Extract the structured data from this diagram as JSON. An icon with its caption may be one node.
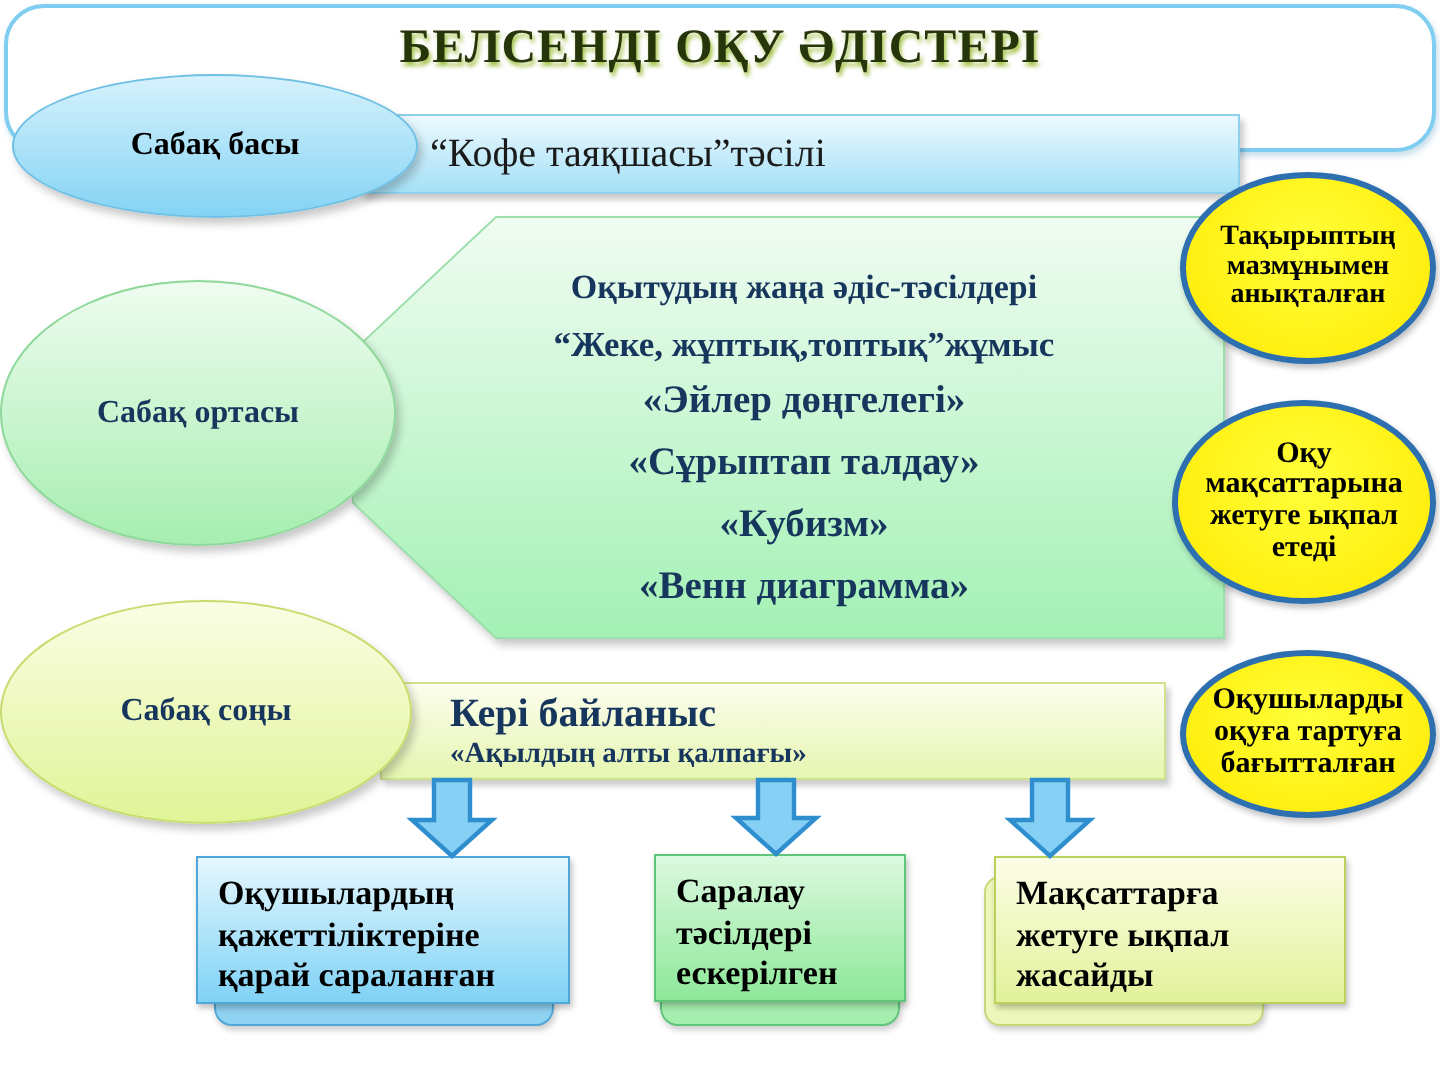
{
  "diagram": {
    "title": "БЕЛСЕНДІ ОҚУ ӘДІСТЕРІ",
    "nodes": [
      {
        "text": [
          "Сабақ басы"
        ]
      },
      {
        "text": [
          "“Кофе таяқшасы”тәсілі"
        ]
      },
      {
        "text": [
          "Сабақ ортасы"
        ]
      },
      {
        "text": [
          "Оқытудың жаңа әдіс-тәсілдері",
          "“Жеке, жұптық,топтық”жұмыс",
          "«Эйлер дөңгелегі»",
          "«Сұрыптап талдау»",
          "«Кубизм»",
          "«Венн диаграмма»"
        ]
      },
      {
        "text": [
          "Тақырыптың мазмұнымен анықталған"
        ]
      },
      {
        "text": [
          "Оқу мақсаттарына жетуге ықпал етеді"
        ]
      },
      {
        "text": [
          "Сабақ соңы"
        ]
      },
      {
        "text": [
          "Кері байланыс",
          "«Ақылдың алты қалпағы»"
        ]
      },
      {
        "text": [
          "Оқушыларды оқуға тартуға бағытталған"
        ]
      },
      {
        "text": [
          "Оқушылардың қажеттіліктеріне қарай сараланған"
        ]
      },
      {
        "text": [
          "Саралау тәсілдері ескерілген"
        ]
      },
      {
        "text": [
          "Мақсаттарға жетуге ықпал жасайды"
        ]
      }
    ],
    "edges": [
      {
        "from": 7,
        "to": 9,
        "arrow": "to"
      },
      {
        "from": 7,
        "to": 10,
        "arrow": "to"
      },
      {
        "from": 7,
        "to": 11,
        "arrow": "to"
      }
    ]
  }
}
